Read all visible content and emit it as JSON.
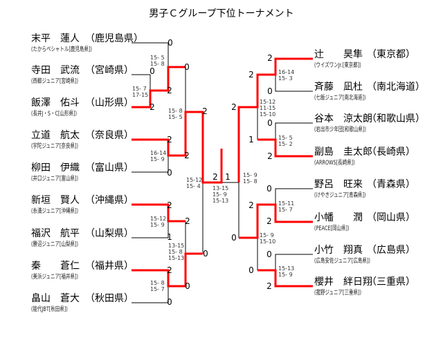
{
  "title": "男子Ｃグループ下位トーナメント",
  "colors": {
    "winner_line": "#ff0000",
    "line": "#000000"
  },
  "left_players": [
    {
      "name": "末平　蓮人",
      "pref": "（鹿児島県）",
      "club": "(たからペシャトル[鹿児島県])"
    },
    {
      "name": "寺田　武流",
      "pref": "（宮崎県）",
      "club": "(西都ジュニア[宮崎県])"
    },
    {
      "name": "飯澤　佑斗",
      "pref": "（山形県）",
      "club": "(長井J・S・C[山形県])"
    },
    {
      "name": "立道　航太",
      "pref": "（奈良県）",
      "club": "(宇陀ジュニア[奈良県])"
    },
    {
      "name": "柳田　伊織",
      "pref": "（富山県）",
      "club": "(井口ジュニア[富山県])"
    },
    {
      "name": "新垣　賢人",
      "pref": "（沖縄県）",
      "club": "(糸満ジュニア[沖縄県])"
    },
    {
      "name": "福沢　航平",
      "pref": "（山梨県）",
      "club": "(勝沼ジュニア[山梨県])"
    },
    {
      "name": "秦　　蒼仁",
      "pref": "（福井県）",
      "club": "(美浜ジュニア[福井県])"
    },
    {
      "name": "畠山　蒼大",
      "pref": "（秋田県）",
      "club": "(能代JBT[秋田県])"
    }
  ],
  "right_players": [
    {
      "name": "辻　　昊隼",
      "pref": "（東京都）",
      "club": "(ウイズワンJr.[東京都])"
    },
    {
      "name": "斉藤　凪杜",
      "pref": "（南北海道）",
      "club": "(七飯ジュニア[南北海道])"
    },
    {
      "name": "谷本　涼太朗",
      "pref": "（和歌山県）",
      "club": "(岩出市少年団[和歌山県])"
    },
    {
      "name": "副島　圭太郎",
      "pref": "（長崎県）",
      "club": "(ARROWS[長崎県])"
    },
    {
      "name": "野呂　旺来",
      "pref": "（青森県）",
      "club": "(けやきジュニア[青森県])"
    },
    {
      "name": "小幡　　潤",
      "pref": "（岡山県）",
      "club": "(PEACE[岡山県])"
    },
    {
      "name": "小竹　翔真",
      "pref": "（広島県）",
      "club": "(広島安佐ジュニア[広島県])"
    },
    {
      "name": "櫻井　絆日翔",
      "pref": "（三重県）",
      "club": "(菰野ジュニア[三重県])"
    }
  ],
  "scores": [
    "0",
    "0",
    "2",
    "2",
    "0",
    "2",
    "2",
    "0",
    "2",
    "0",
    "2",
    "1",
    "2",
    "0",
    "2",
    "0",
    "2",
    "1",
    "2",
    "0",
    "2",
    "1",
    "2",
    "0",
    "0",
    "2",
    "2",
    "0",
    "0",
    "2",
    "0",
    "2"
  ],
  "game_scores": [
    "15- 7\n17-15",
    "15- 5\n15- 8",
    "16-14\n15- 9",
    "15- 8\n15- 5",
    "15-12\n15- 9",
    "15- 8\n15- 7",
    "13-15\n15- 8\n15-13",
    "15-12\n15- 4",
    "13-15\n15- 9\n15-13",
    "15- 9\n15- 8",
    "15-12\n11-15\n15-10",
    "16-14\n15- 3",
    "15- 5\n15- 2",
    "15-11\n15- 7",
    "15- 9\n15-10",
    "15-13\n15- 9"
  ]
}
